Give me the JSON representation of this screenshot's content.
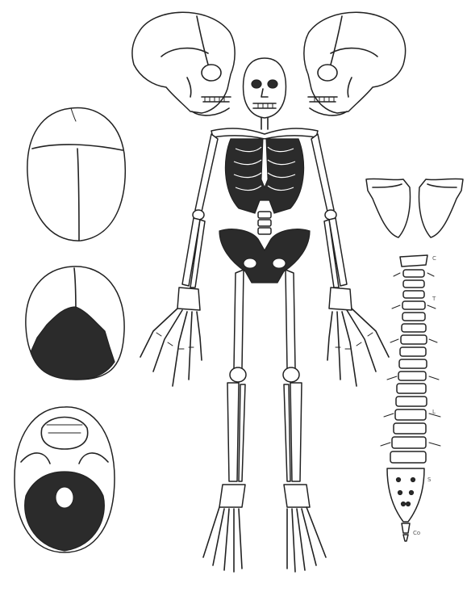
{
  "figure": {
    "background": "#ffffff",
    "ink_color": "#222222",
    "shaded_color": "#2b2b2b"
  },
  "spine_labels": [
    "C",
    "T",
    "L",
    "S",
    "Co"
  ]
}
